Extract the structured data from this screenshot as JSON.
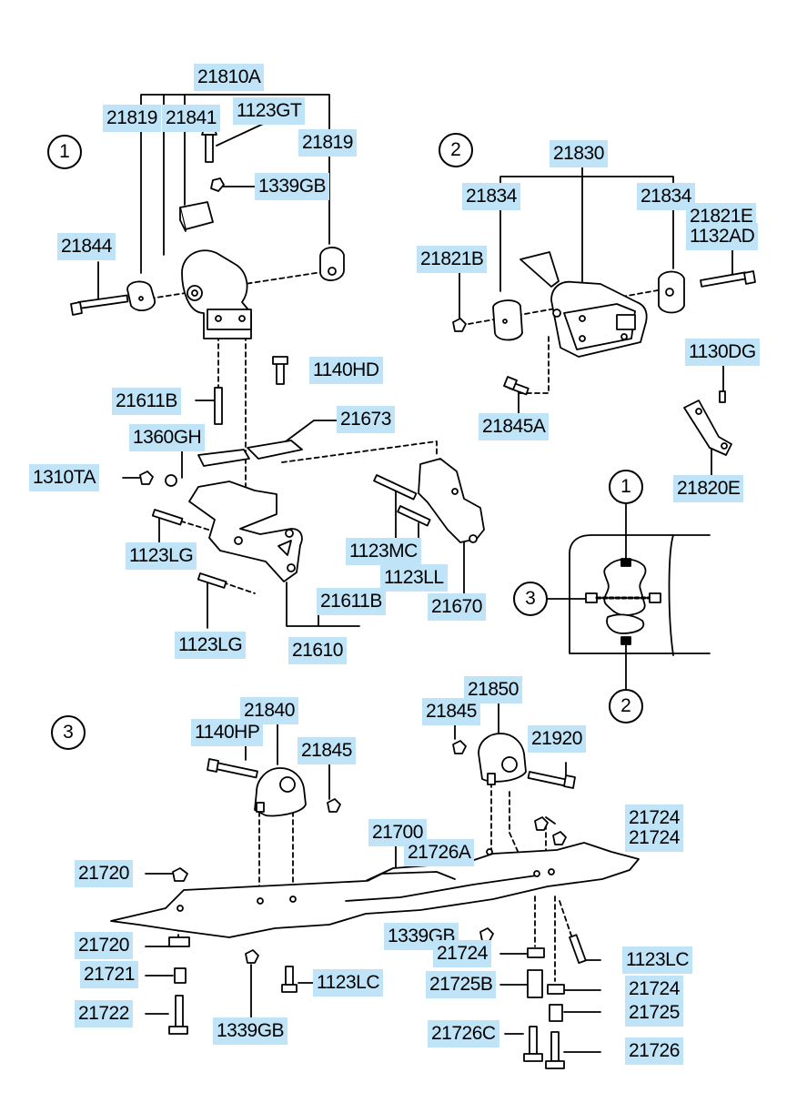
{
  "views": {
    "v1": {
      "marker": "1"
    },
    "v2": {
      "marker": "2"
    },
    "v3": {
      "marker": "3"
    }
  },
  "locator": {
    "marker_1": "1",
    "marker_2": "2",
    "marker_3": "3"
  },
  "labels": {
    "p21810A": "21810A",
    "p1123GT": "1123GT",
    "p21819_l": "21819",
    "p21841": "21841",
    "p21819_r": "21819",
    "p1339GB_a": "1339GB",
    "p21844": "21844",
    "p1140HD": "1140HD",
    "p21611B_a": "21611B",
    "p21673": "21673",
    "p1360GH": "1360GH",
    "p1310TA": "1310TA",
    "p1123LG_a": "1123LG",
    "p1123MC": "1123MC",
    "p1123LL": "1123LL",
    "p21670": "21670",
    "p21611B_b": "21611B",
    "p1123LG_b": "1123LG",
    "p21610": "21610",
    "p21830": "21830",
    "p21834_l": "21834",
    "p21834_r": "21834",
    "p21821E": "21821E",
    "p1132AD": "1132AD",
    "p21821B": "21821B",
    "p21845A": "21845A",
    "p1130DG": "1130DG",
    "p21820E": "21820E",
    "p21840": "21840",
    "p1140HP": "1140HP",
    "p21845_a": "21845",
    "p21850": "21850",
    "p21845_b": "21845",
    "p21920": "21920",
    "p21724_a": "21724",
    "p21724_b": "21724",
    "p21700": "21700",
    "p21726A": "21726A",
    "p21720_a": "21720",
    "p1339GB_b": "1339GB",
    "p21724_c": "21724",
    "p1123LC_a": "1123LC",
    "p21720_b": "21720",
    "p21721": "21721",
    "p21725B": "21725B",
    "p21724_d": "21724",
    "p1123LC_b": "1123LC",
    "p21722": "21722",
    "p1339GB_c": "1339GB",
    "p21725": "21725",
    "p21726C": "21726C",
    "p21726": "21726"
  }
}
